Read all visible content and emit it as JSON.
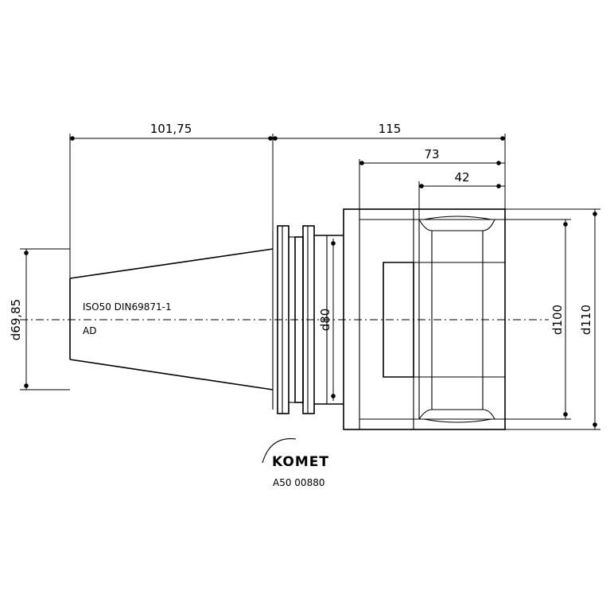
{
  "dimensions": {
    "d1": "101,75",
    "d2": "115",
    "d3": "73",
    "d4": "42",
    "dia_left": "d69,85",
    "dia_neck": "d80",
    "dia_body_inner": "d100",
    "dia_body_outer": "d110"
  },
  "labels": {
    "spec": "ISO50 DIN69871-1",
    "form": "AD"
  },
  "logo": {
    "brand": "KOMET",
    "part_number": "A50 00880"
  }
}
